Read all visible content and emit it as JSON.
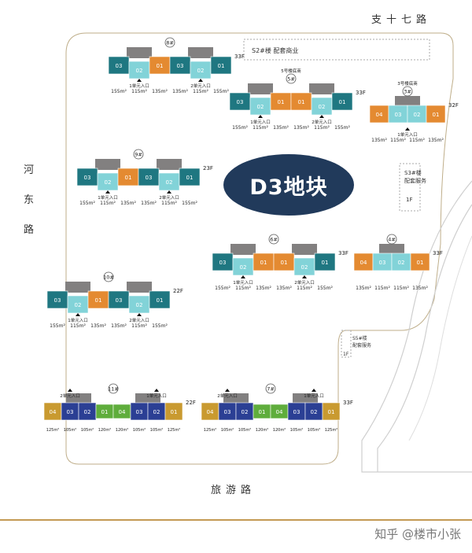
{
  "title": "D3地块",
  "roads": {
    "north": "支十七路",
    "south": "旅游路",
    "west": "河东路"
  },
  "watermark": "知乎 @楼市小张",
  "colors": {
    "teal": "#1f7781",
    "lightblue": "#82d3d8",
    "orange": "#e48a31",
    "gray": "#828080",
    "navy": "#2b3f94",
    "green": "#5fad3c",
    "gold": "#c99a30",
    "border": "#c49a54",
    "badge": "#213a5b"
  },
  "facilities": [
    {
      "label": "S2#楼 配套商业"
    },
    {
      "label": "S3#楼\n配套服务",
      "floors": "1F"
    },
    {
      "label": "S5#楼\n配套服务",
      "floors": "1F"
    }
  ],
  "buildings": [
    {
      "id": "8#",
      "height": "33F",
      "entrances": [
        "1单元入口",
        "2单元入口"
      ],
      "units": [
        "03",
        "02",
        "01",
        "03",
        "02",
        "01"
      ],
      "areas": [
        "155m²",
        "115m²",
        "135m²",
        "135m²",
        "115m²",
        "155m²"
      ]
    },
    {
      "id": "5#",
      "height": "33F",
      "note": "5号楼底商",
      "entrances": [
        "1单元入口",
        "2单元入口"
      ],
      "units": [
        "03",
        "02",
        "01",
        "01",
        "02",
        "01"
      ],
      "areas": [
        "155m²",
        "115m²",
        "135m²",
        "135m²",
        "115m²",
        "155m²"
      ]
    },
    {
      "id": "3#",
      "height": "32F",
      "note": "3号楼底商",
      "entrances": [
        "1单元入口"
      ],
      "units": [
        "04",
        "03",
        "02",
        "01"
      ],
      "areas": [
        "135m²",
        "115m²",
        "115m²",
        "135m²"
      ]
    },
    {
      "id": "9#",
      "height": "23F",
      "entrances": [
        "1单元入口",
        "2单元入口"
      ],
      "units": [
        "03",
        "02",
        "01",
        "03",
        "02",
        "01"
      ],
      "areas": [
        "155m²",
        "115m²",
        "135m²",
        "135m²",
        "115m²",
        "155m²"
      ]
    },
    {
      "id": "6#",
      "height": "33F",
      "entrances": [
        "1单元入口",
        "2单元入口"
      ],
      "units": [
        "03",
        "02",
        "01",
        "01",
        "02",
        "01"
      ],
      "areas": [
        "155m²",
        "115m²",
        "135m²",
        "135m²",
        "115m²",
        "155m²"
      ]
    },
    {
      "id": "4#",
      "height": "33F",
      "units": [
        "04",
        "03",
        "02",
        "01"
      ],
      "areas": [
        "135m²",
        "115m²",
        "115m²",
        "135m²"
      ]
    },
    {
      "id": "10#",
      "height": "22F",
      "entrances": [
        "1单元入口",
        "2单元入口"
      ],
      "units": [
        "03",
        "02",
        "01",
        "03",
        "02",
        "01"
      ],
      "areas": [
        "155m²",
        "115m²",
        "135m²",
        "135m²",
        "115m²",
        "155m²"
      ]
    },
    {
      "id": "11#",
      "height": "22F",
      "entrances": [
        "2单元入口",
        "1单元入口"
      ],
      "units": [
        "04",
        "03",
        "02",
        "01",
        "04",
        "03",
        "02",
        "01"
      ],
      "areas": [
        "125m²",
        "105m²",
        "105m²",
        "120m²",
        "120m²",
        "105m²",
        "105m²",
        "125m²"
      ]
    },
    {
      "id": "7#",
      "height": "33F",
      "entrances": [
        "2单元入口",
        "1单元入口"
      ],
      "units": [
        "04",
        "03",
        "02",
        "01",
        "04",
        "03",
        "02",
        "01"
      ],
      "areas": [
        "125m²",
        "105m²",
        "105m²",
        "120m²",
        "120m²",
        "105m²",
        "105m²",
        "125m²"
      ]
    }
  ]
}
